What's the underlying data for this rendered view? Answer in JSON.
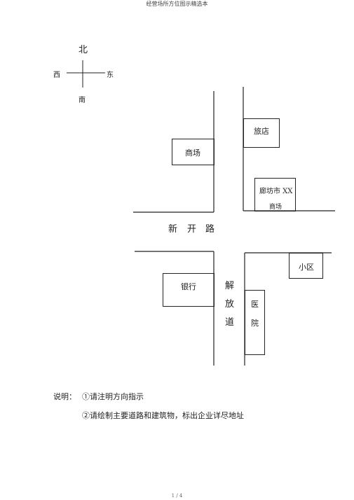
{
  "header": {
    "title": "经营场所方位图示精选本"
  },
  "compass": {
    "north": "北",
    "south": "南",
    "east": "东",
    "west": "西"
  },
  "roads": {
    "xinkai": [
      "新",
      "开",
      "路"
    ],
    "jiefang": [
      "解",
      "放",
      "道"
    ]
  },
  "buildings": {
    "mall": "商场",
    "hotel": "旅店",
    "langfang_line1": "廊坊市 XX",
    "langfang_line2": "商场",
    "residential": "小区",
    "bank": "银行",
    "hospital": [
      "医",
      "院"
    ]
  },
  "notes": {
    "label": "说明：",
    "item1": "①请注明方向指示",
    "item2": "②请绘制主要道路和建筑物，标出企业详尽地址"
  },
  "footer": {
    "page": "1 / 4"
  }
}
